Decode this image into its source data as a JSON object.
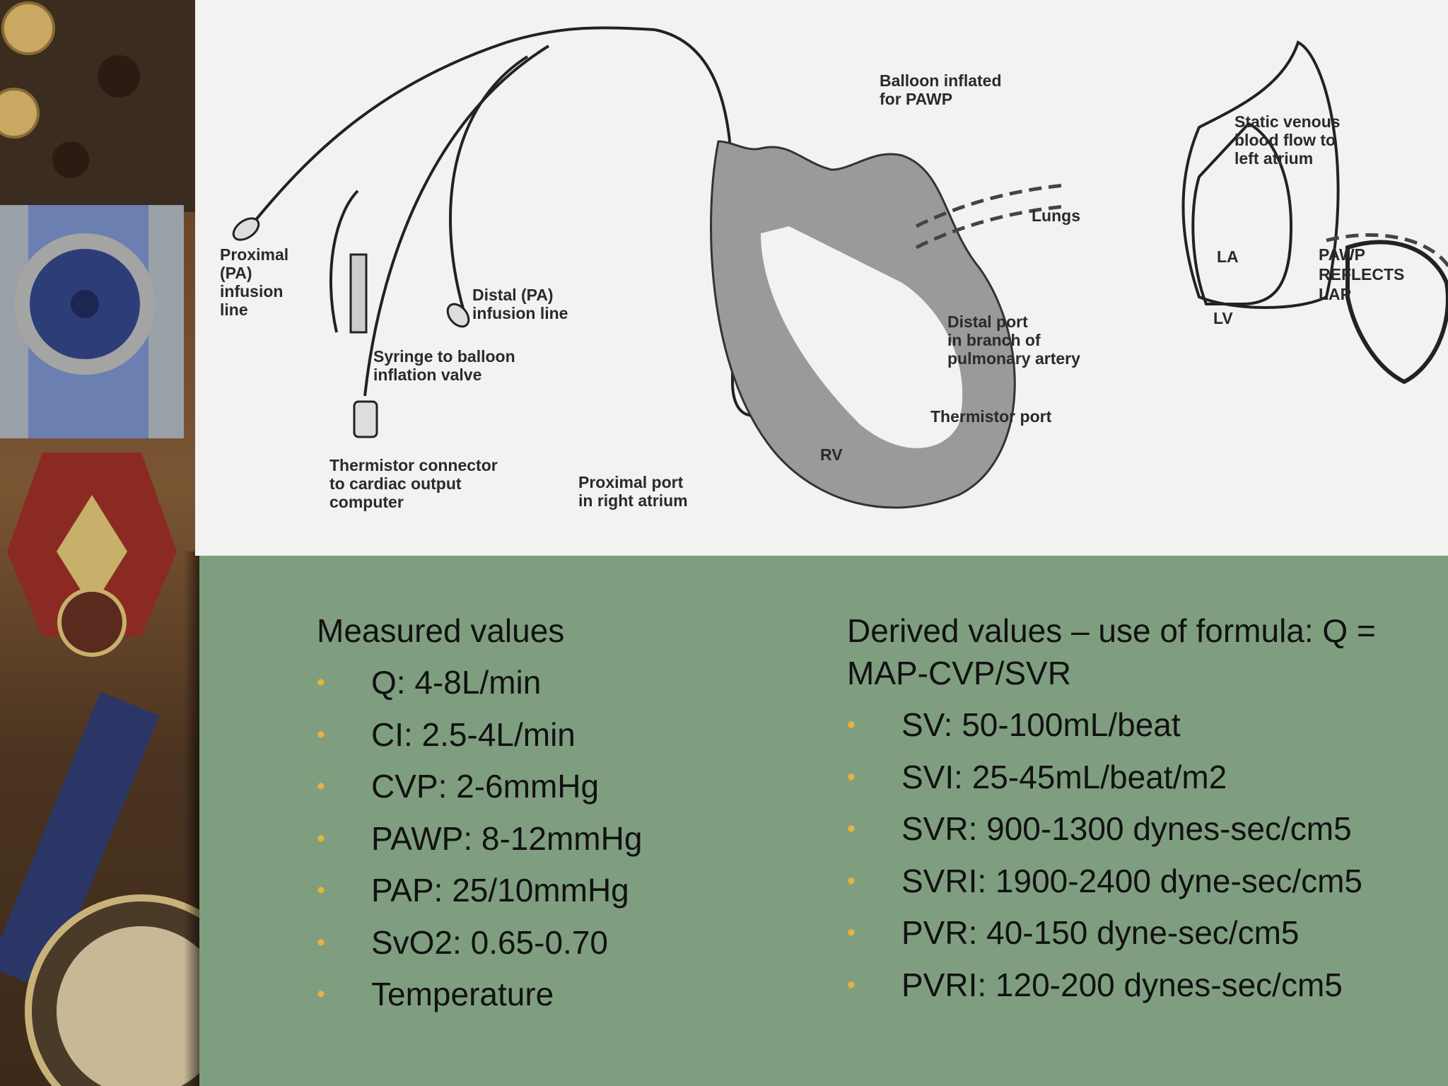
{
  "figure": {
    "labels": {
      "proximal_pa": [
        "Proximal",
        "(PA)",
        "infusion",
        "line"
      ],
      "distal_pa": [
        "Distal (PA)",
        "infusion line"
      ],
      "syringe": [
        "Syringe to balloon",
        "inflation valve"
      ],
      "thermistor_connector": [
        "Thermistor connector",
        "to cardiac output",
        "computer"
      ],
      "proximal_port": [
        "Proximal port",
        "in right atrium"
      ],
      "balloon": [
        "Balloon inflated",
        "for PAWP"
      ],
      "lungs": "Lungs",
      "distal_port": [
        "Distal port",
        "in branch of",
        "pulmonary artery"
      ],
      "thermistor_port": "Thermistor port",
      "rv": "RV",
      "static": [
        "Static venous",
        "blood flow to",
        "left atrium"
      ],
      "la": "LA",
      "lv": "LV",
      "pawp": [
        "PAWP",
        "REFLECTS",
        "LAP"
      ]
    }
  },
  "measured": {
    "heading": "Measured values",
    "items": [
      "Q: 4-8L/min",
      "CI: 2.5-4L/min",
      "CVP: 2-6mmHg",
      "PAWP: 8-12mmHg",
      "PAP: 25/10mmHg",
      "SvO2: 0.65-0.70",
      "Temperature"
    ]
  },
  "derived": {
    "heading": "Derived values – use of formula: Q = MAP-CVP/SVR",
    "items": [
      "SV: 50-100mL/beat",
      "SVI: 25-45mL/beat/m2",
      "SVR: 900-1300 dynes-sec/cm5",
      "SVRI: 1900-2400 dyne-sec/cm5",
      "PVR: 40-150 dyne-sec/cm5",
      "PVRI: 120-200 dynes-sec/cm5"
    ]
  },
  "bullet_glyph": "•",
  "colors": {
    "background": "#7f9e80",
    "bullet": "#e8b23a"
  }
}
